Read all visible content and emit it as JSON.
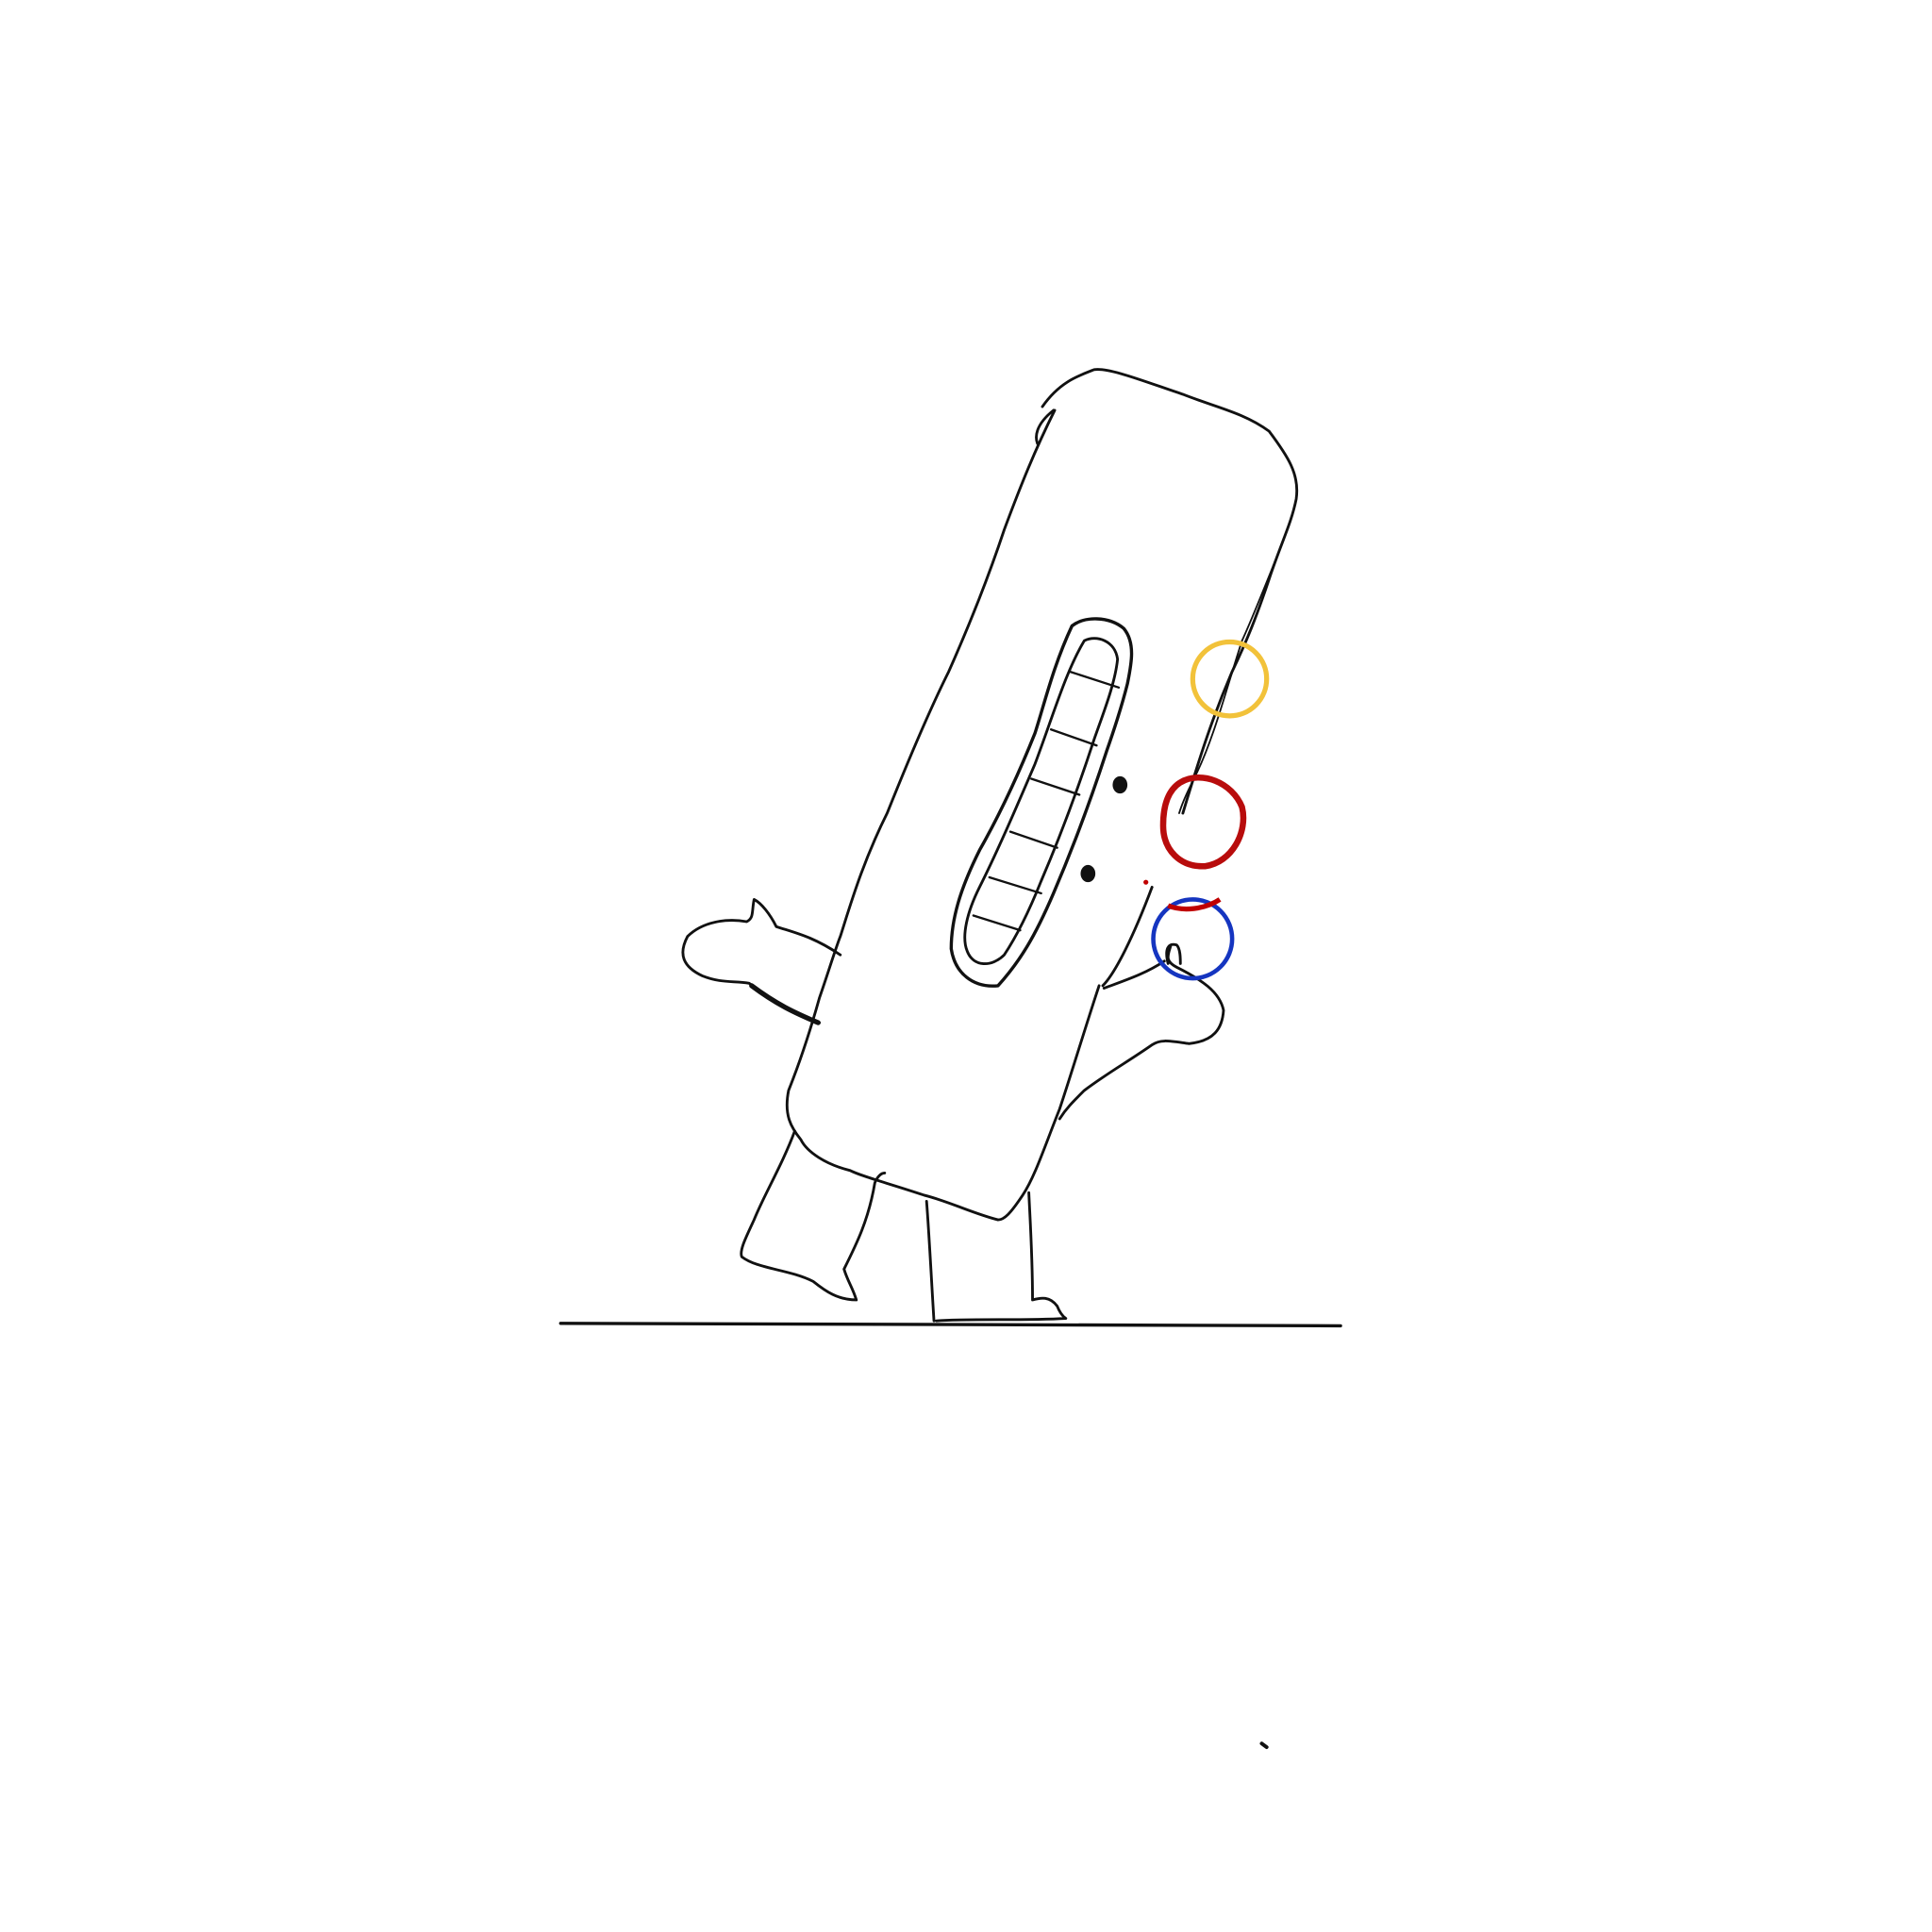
{
  "drawing": {
    "background": "#ffffff",
    "ink_color": "#111111",
    "circles": [
      {
        "name": "yellow-circle",
        "color": "#f2c23a"
      },
      {
        "name": "red-circle",
        "color": "#b80c0c"
      },
      {
        "name": "blue-circle",
        "color": "#1535c0"
      }
    ],
    "accent_red": "#c00000"
  }
}
